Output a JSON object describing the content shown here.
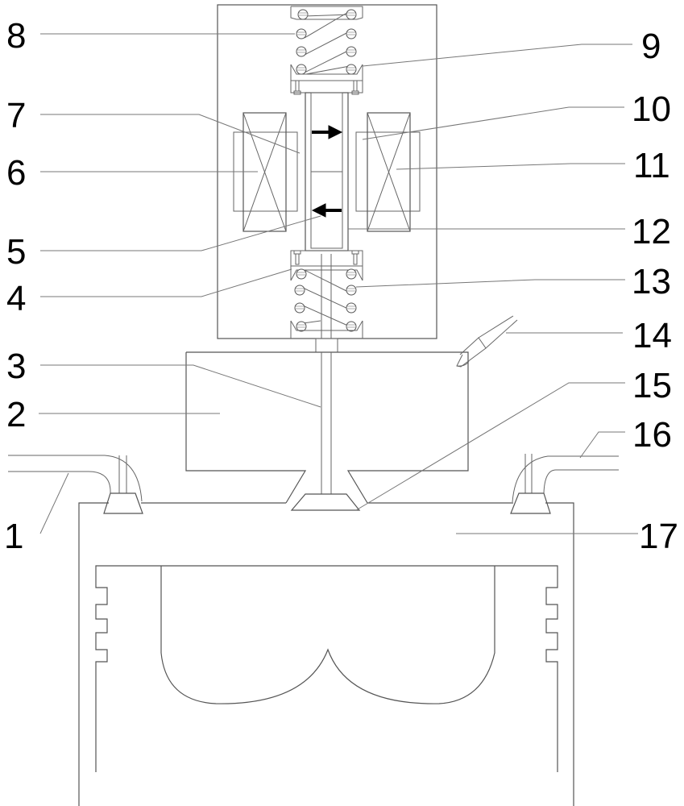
{
  "diagram": {
    "type": "patent-technical-drawing",
    "subject": "electromagnetic valve actuator over engine cylinder",
    "labels": [
      {
        "id": "1",
        "text": "1"
      },
      {
        "id": "2",
        "text": "2"
      },
      {
        "id": "3",
        "text": "3"
      },
      {
        "id": "4",
        "text": "4"
      },
      {
        "id": "5",
        "text": "5"
      },
      {
        "id": "6",
        "text": "6"
      },
      {
        "id": "7",
        "text": "7"
      },
      {
        "id": "8",
        "text": "8"
      },
      {
        "id": "9",
        "text": "9"
      },
      {
        "id": "10",
        "text": "10"
      },
      {
        "id": "11",
        "text": "11"
      },
      {
        "id": "12",
        "text": "12"
      },
      {
        "id": "13",
        "text": "13"
      },
      {
        "id": "14",
        "text": "14"
      },
      {
        "id": "15",
        "text": "15"
      },
      {
        "id": "16",
        "text": "16"
      },
      {
        "id": "17",
        "text": "17"
      }
    ],
    "arrows": [
      {
        "name": "arrow-right",
        "direction": "right"
      },
      {
        "name": "arrow-left",
        "direction": "left"
      }
    ]
  }
}
